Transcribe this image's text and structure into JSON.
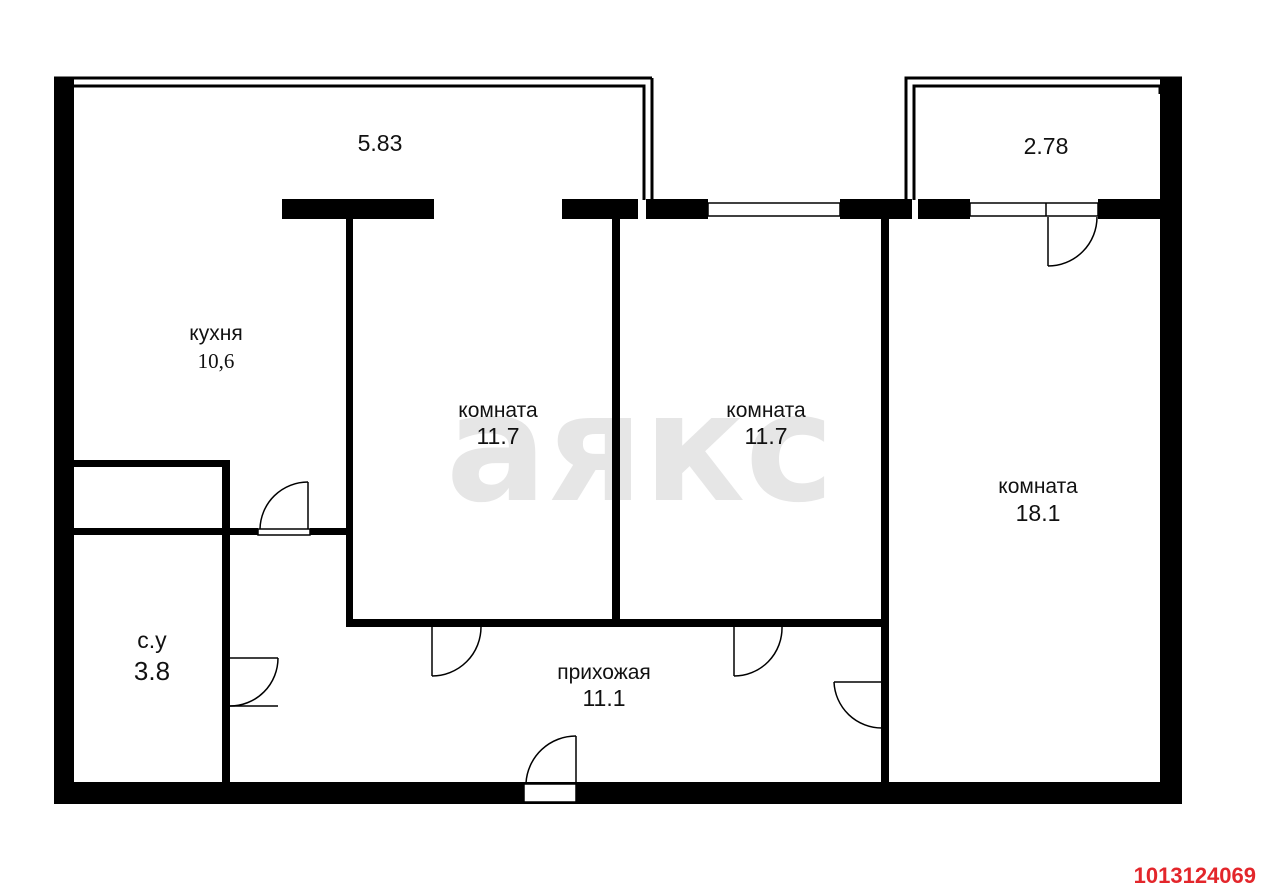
{
  "watermark": "аякс",
  "listing_id": "1013124069",
  "balconies": [
    {
      "area": "5.83"
    },
    {
      "area": "2.78"
    }
  ],
  "rooms": {
    "kitchen": {
      "name": "кухня",
      "area": "10,6"
    },
    "room_1": {
      "name": "комната",
      "area": "11.7"
    },
    "room_2": {
      "name": "комната",
      "area": "11.7"
    },
    "room_3": {
      "name": "комната",
      "area": "18.1"
    },
    "bathroom": {
      "name": "с.у",
      "area": "3.8"
    },
    "hallway": {
      "name": "прихожая",
      "area": "11.1"
    }
  },
  "colors": {
    "wall": "#000000",
    "background": "#ffffff",
    "watermark": "#e6e6e6",
    "listing_id": "#e3262b"
  }
}
